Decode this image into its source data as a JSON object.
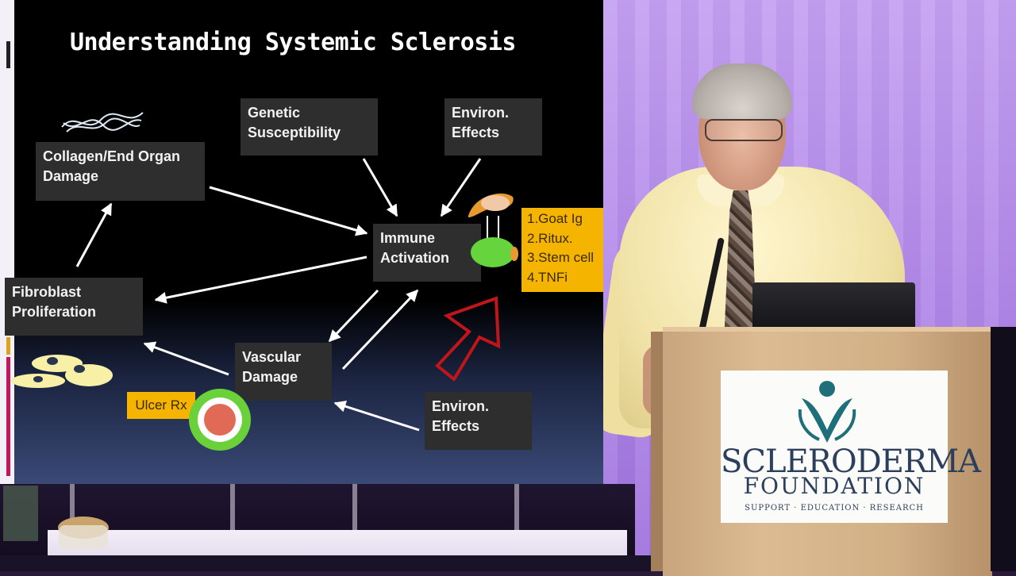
{
  "slide": {
    "title": "Understanding Systemic Sclerosis",
    "boxes": {
      "collagen": "Collagen/End Organ\nDamage",
      "genetic": "Genetic\nSusceptibility",
      "environ_top": "Environ.\nEffects",
      "immune": "Immune\nActivation",
      "fibroblast": "Fibroblast\nProliferation",
      "vascular": "Vascular\nDamage",
      "environ_bottom": "Environ.\nEffects"
    },
    "ulcer_label": "Ulcer Rx",
    "treatments": [
      "1.Goat Ig",
      "2.Ritux.",
      "3.Stem cell",
      "4.TNFi"
    ],
    "colors": {
      "label_fill": "#f5b400",
      "big_arrow": "#c0161a",
      "circle_ring": "#6ad13a",
      "circle_core": "#e06a55"
    }
  },
  "sign": {
    "line1": "SCLERODERMA",
    "line2": "FOUNDATION",
    "line3": "SUPPORT · EDUCATION · RESEARCH",
    "brand_color": "#2b3f5c",
    "logo_color": "#1f6f7a"
  }
}
